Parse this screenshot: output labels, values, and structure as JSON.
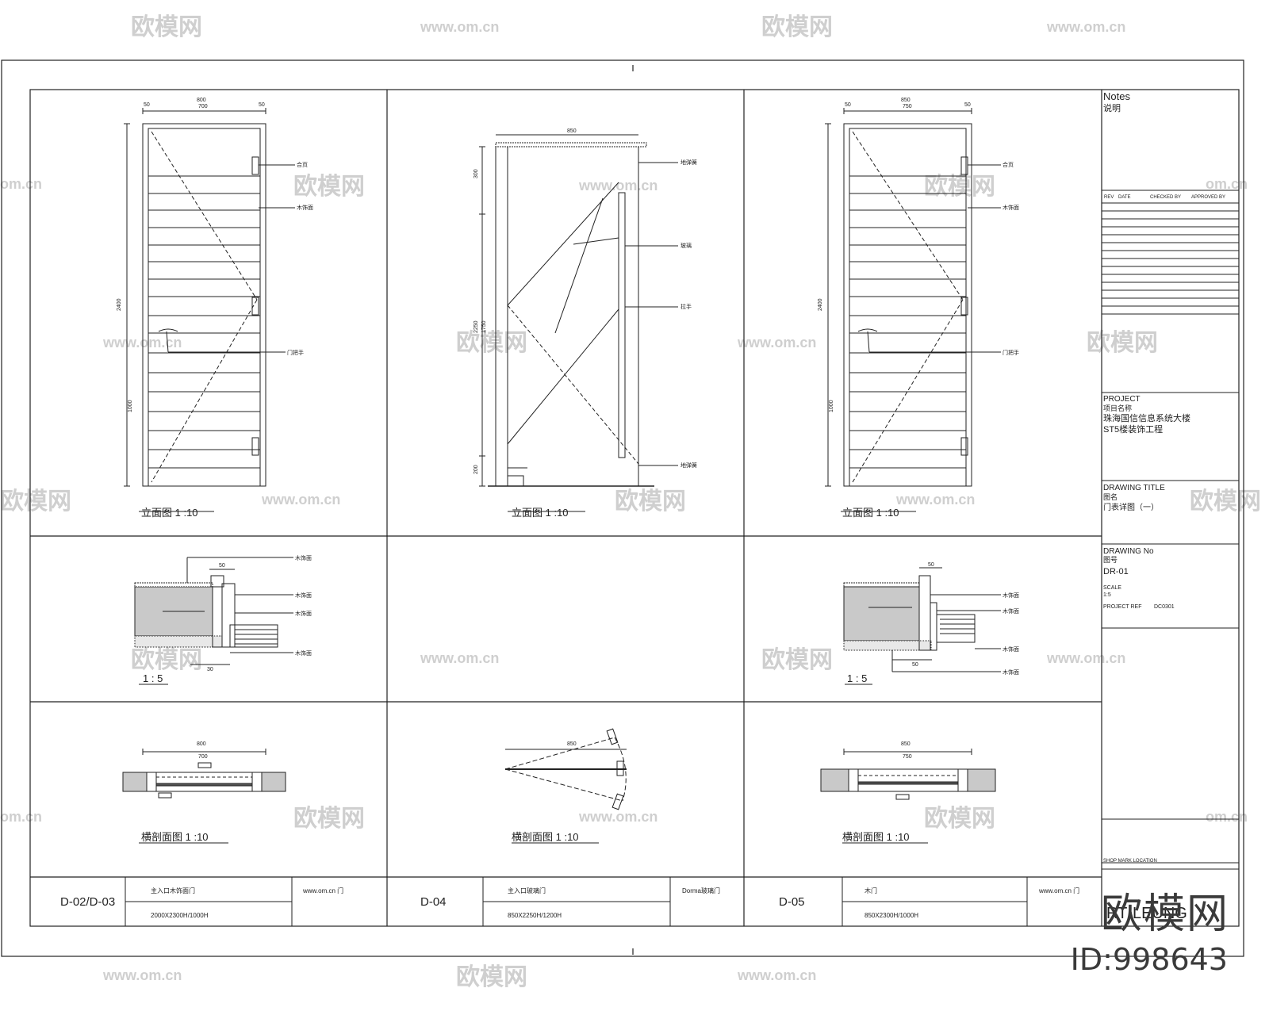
{
  "watermarks": {
    "logo_text": "欧模网",
    "site_text": "www.om.cn",
    "site_text_short": "om.cn",
    "brand_large": "欧模网",
    "id_text": "ID:998643"
  },
  "sheet": {
    "notes_title": "Notes",
    "notes_cn": "说明",
    "rev_header": [
      "REV",
      "DATE",
      "CHECKED BY",
      "APPROVED BY"
    ],
    "project_label": "PROJECT",
    "project_cn": "项目名称",
    "project_name_line1": "珠海国信信息系统大楼",
    "project_name_line2": "ST5楼装饰工程",
    "drawing_title_label": "DRAWING TITLE",
    "drawing_title_cn": "图名",
    "drawing_title_value": "门表详图（一）",
    "drawing_no_label": "DRAWING No",
    "drawing_no_cn": "图号",
    "drawing_no_value": "DR-01",
    "scale_label": "SCALE",
    "scale_value": "1:5",
    "project_ref_label": "PROJECT REF",
    "project_ref_value": "DC0301",
    "shop_mark_label": "SHOP MARK LOCATION",
    "company_text": "RT·LEUNG"
  },
  "columns": [
    {
      "code": "D-02/D-03",
      "elevation_label": "立面图  1 :10",
      "section_label": "1 : 5",
      "plan_label": "横剖面图  1 :10",
      "desc_top": "主入口木饰面门",
      "desc_bottom": "2000X2300H/1000H",
      "note": "www.om.cn 门"
    },
    {
      "code": "D-04",
      "elevation_label": "立面图  1 :10",
      "section_label": "",
      "plan_label": "横剖面图  1 :10",
      "desc_top": "主入口玻璃门",
      "desc_bottom": "850X2250H/1200H",
      "note": "Dorma玻璃门"
    },
    {
      "code": "D-05",
      "elevation_label": "立面图  1 :10",
      "section_label": "1 : 5",
      "plan_label": "横剖面图  1 :10",
      "desc_top": "木门",
      "desc_bottom": "850X2300H/1000H",
      "note": "www.om.cn 门"
    }
  ],
  "dimensions": {
    "door_a_width": "800",
    "door_a_inner": "700",
    "door_b_width": "850",
    "door_c_width": "850",
    "door_c_inner": "750",
    "frame_side": "50",
    "height_total": "2400",
    "handle_height": "1000",
    "glass_height": "2250",
    "glass_top": "300",
    "glass_bottom": "200",
    "glass_mid": "1750",
    "section_dim": "50",
    "section_dim2": "30"
  },
  "callouts": {
    "hinge": "合页",
    "wood_finish": "木饰面",
    "handle": "门把手",
    "glass": "玻璃",
    "pull": "拉手",
    "floor_spring": "地弹簧"
  }
}
